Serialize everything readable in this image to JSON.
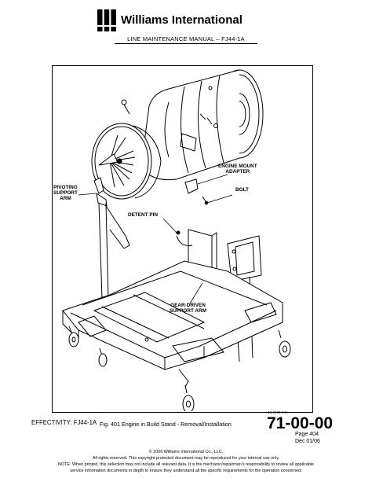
{
  "header": {
    "company": "Williams International",
    "registered": "®",
    "manual_title": "LINE MAINTENANCE MANUAL – FJ44-1A"
  },
  "figure": {
    "callouts": {
      "engine_mount_adapter": [
        "ENGINE MOUNT",
        "ADAPTER"
      ],
      "bolt": "BOLT",
      "pivoting_support_arm": [
        "PIVOTING",
        "SUPPORT",
        "ARM"
      ],
      "detent_pin": "DETENT PIN",
      "gear_driven_support_arm": [
        "GEAR-DRIVEN",
        "SUPPORT ARM"
      ]
    },
    "figure_number": "44-7100-24A",
    "caption": "Fig.  401    Engine in Build Stand - Removal/Installation"
  },
  "footer": {
    "effectivity": "EFFECTIVITY: FJ44-1A",
    "chapter": "71-00-00",
    "page": "Page 404",
    "date": "Dec 01/06",
    "copyright": "© 2006 Williams International Co., LLC.",
    "rights": "All rights reserved.  This copyright protected document may be reproduced for your internal use only.",
    "note_line1": "NOTE: When printed, this selection may not include all relevant data.  It is the mechanic/repairman’s responsibility to review all applicable",
    "note_line2": "service information documents in depth to ensure they understand all the specific requirements for the operation concerned."
  }
}
